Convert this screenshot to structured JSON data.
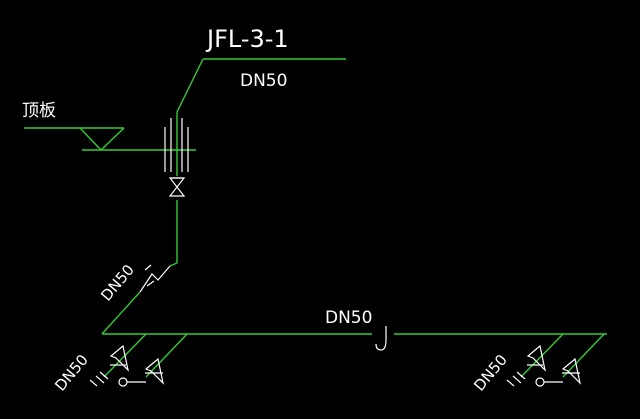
{
  "labels": {
    "riser_id": "JFL-3-1",
    "top_pipe_size": "DN50",
    "roof_slab": "顶板",
    "riser_pipe_size": "DN50",
    "main_pipe_size": "DN50",
    "branch_left_size": "DN50",
    "branch_right_size": "DN50"
  },
  "colors": {
    "background": "#000000",
    "pipe": "#33cc33",
    "symbol": "#ffffff",
    "text": "#ffffff"
  },
  "icons": {
    "valve": "gate-valve-icon",
    "check_valve": "check-valve-icon",
    "trap": "u-trap-icon",
    "floor_drain": "floor-drain-icon",
    "slab_marker": "level-triangle-icon"
  }
}
